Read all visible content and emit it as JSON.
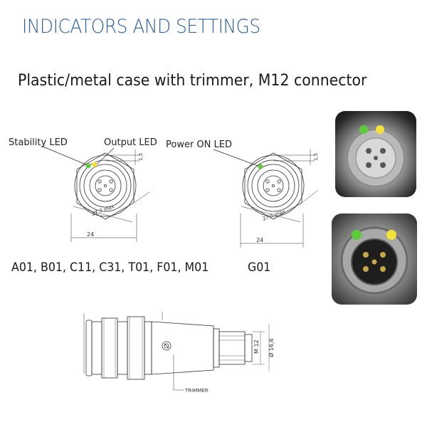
{
  "page": {
    "title": "INDICATORS AND SETTINGS",
    "subtitle": "Plastic/metal case with trimmer, M12 connector"
  },
  "colors": {
    "title_blue": "#2b5fa0",
    "led_green": "#5dcc3a",
    "led_yellow": "#f2e23a"
  },
  "diagram_left": {
    "stability_label": "Stability LED",
    "output_label": "Output LED",
    "dim_height": "1,5",
    "dim_max": "27,7 max",
    "dim_width": "24",
    "models": "A01, B01, C11, C31, T01, F01, M01"
  },
  "diagram_right": {
    "power_label": "Power ON LED",
    "dim_height": "1,5",
    "dim_max": "27,7 max",
    "dim_width": "24",
    "models": "G01"
  },
  "side_view": {
    "thread_label": "M 12",
    "diameter_label": "Ø 16,6",
    "trimmer_label": "TRIMMER"
  }
}
